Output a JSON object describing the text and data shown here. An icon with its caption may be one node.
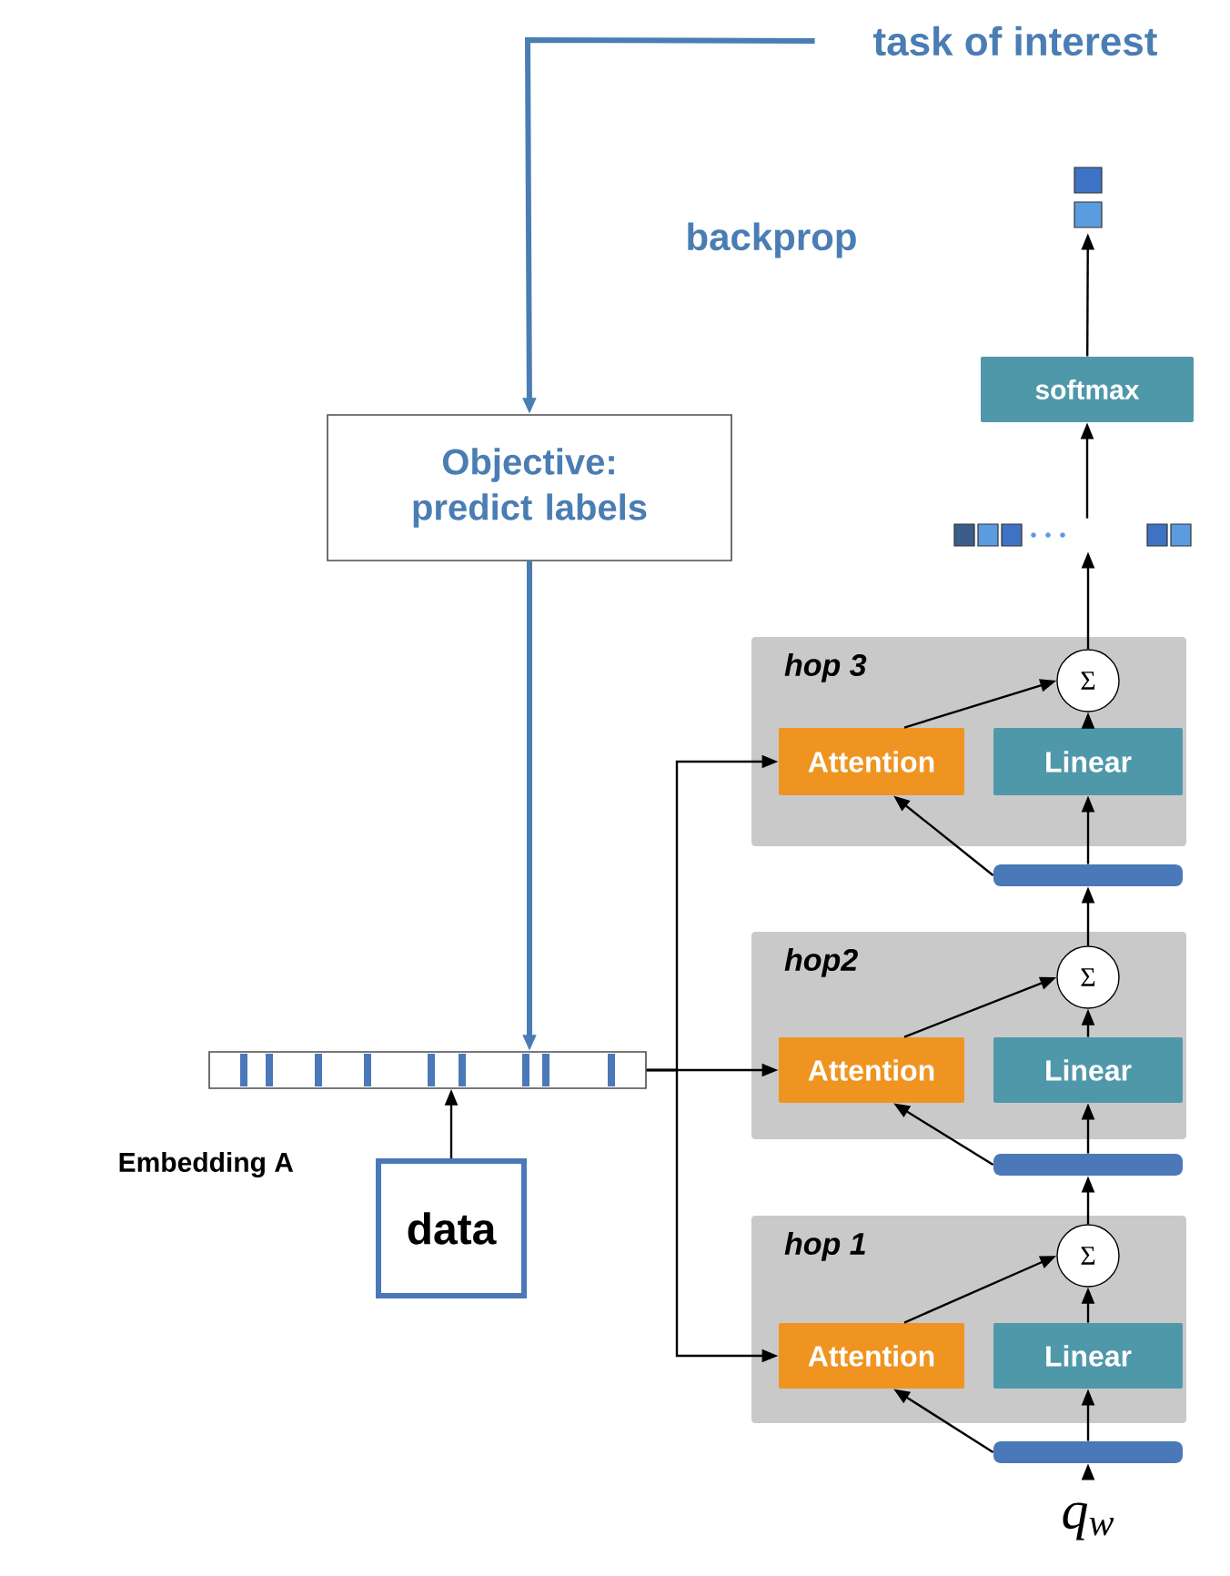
{
  "diagram": {
    "nodes": [
      {
        "text": [
          "task of interest"
        ]
      },
      {
        "text": [
          "Objective: predict labels"
        ]
      },
      {
        "text": [],
        "shape": "box"
      },
      {
        "text": [
          "softmax"
        ]
      },
      {
        "text": [],
        "shape": "bar"
      },
      {
        "text": [
          "hop 3"
        ]
      },
      {
        "text": [
          "Attention"
        ],
        "in": 5
      },
      {
        "text": [
          "Linear"
        ],
        "in": 5
      },
      {
        "text": [
          "Σ"
        ],
        "in": 5
      },
      {
        "text": [],
        "shape": "bar"
      },
      {
        "text": [],
        "shape": "bar",
        "beside": [
          "Embedding A"
        ]
      },
      {
        "text": [
          "data"
        ]
      },
      {
        "text": [
          "hop2"
        ]
      },
      {
        "text": [
          "Attention"
        ],
        "in": 12
      },
      {
        "text": [
          "Linear"
        ],
        "in": 12
      },
      {
        "text": [
          "Σ"
        ],
        "in": 12
      },
      {
        "text": [],
        "shape": "bar"
      },
      {
        "text": [
          "hop 1"
        ]
      },
      {
        "text": [
          "Attention"
        ],
        "in": 17
      },
      {
        "text": [
          "Linear"
        ],
        "in": 17
      },
      {
        "text": [
          "Σ"
        ],
        "in": 17
      },
      {
        "text": [],
        "shape": "bar"
      },
      {
        "text": [
          "q$_{w}$"
        ]
      }
    ],
    "edges": [
      {
        "from": 0,
        "to": 1,
        "arrow": "to",
        "style": "thick",
        "color": "#4a7db3"
      },
      {
        "from": 1,
        "to": 10,
        "arrow": "to",
        "style": "thick",
        "color": "#4a7db3"
      },
      {
        "from": 11,
        "to": 10,
        "arrow": "to"
      },
      {
        "from": 10,
        "to": 13,
        "arrow": "to"
      },
      {
        "from": 10,
        "to": 6,
        "arrow": "to"
      },
      {
        "from": 10,
        "to": 18,
        "arrow": "to"
      },
      {
        "from": 22,
        "to": 21,
        "arrow": "to"
      },
      {
        "from": 21,
        "to": 19,
        "arrow": "to"
      },
      {
        "from": 21,
        "to": 18,
        "arrow": "to"
      },
      {
        "from": 19,
        "to": 20,
        "arrow": "to"
      },
      {
        "from": 18,
        "to": 20,
        "arrow": "to"
      },
      {
        "from": 20,
        "to": 16,
        "arrow": "to"
      },
      {
        "from": 16,
        "to": 14,
        "arrow": "to"
      },
      {
        "from": 16,
        "to": 13,
        "arrow": "to"
      },
      {
        "from": 14,
        "to": 15,
        "arrow": "to"
      },
      {
        "from": 13,
        "to": 15,
        "arrow": "to"
      },
      {
        "from": 15,
        "to": 9,
        "arrow": "to"
      },
      {
        "from": 9,
        "to": 7,
        "arrow": "to"
      },
      {
        "from": 9,
        "to": 6,
        "arrow": "to"
      },
      {
        "from": 7,
        "to": 8,
        "arrow": "to"
      },
      {
        "from": 6,
        "to": 8,
        "arrow": "to"
      },
      {
        "from": 8,
        "to": 4,
        "arrow": "to"
      },
      {
        "from": 4,
        "to": 3,
        "arrow": "to"
      },
      {
        "from": 3,
        "to": 2,
        "arrow": "to"
      }
    ],
    "labels": [
      "backprop"
    ]
  }
}
